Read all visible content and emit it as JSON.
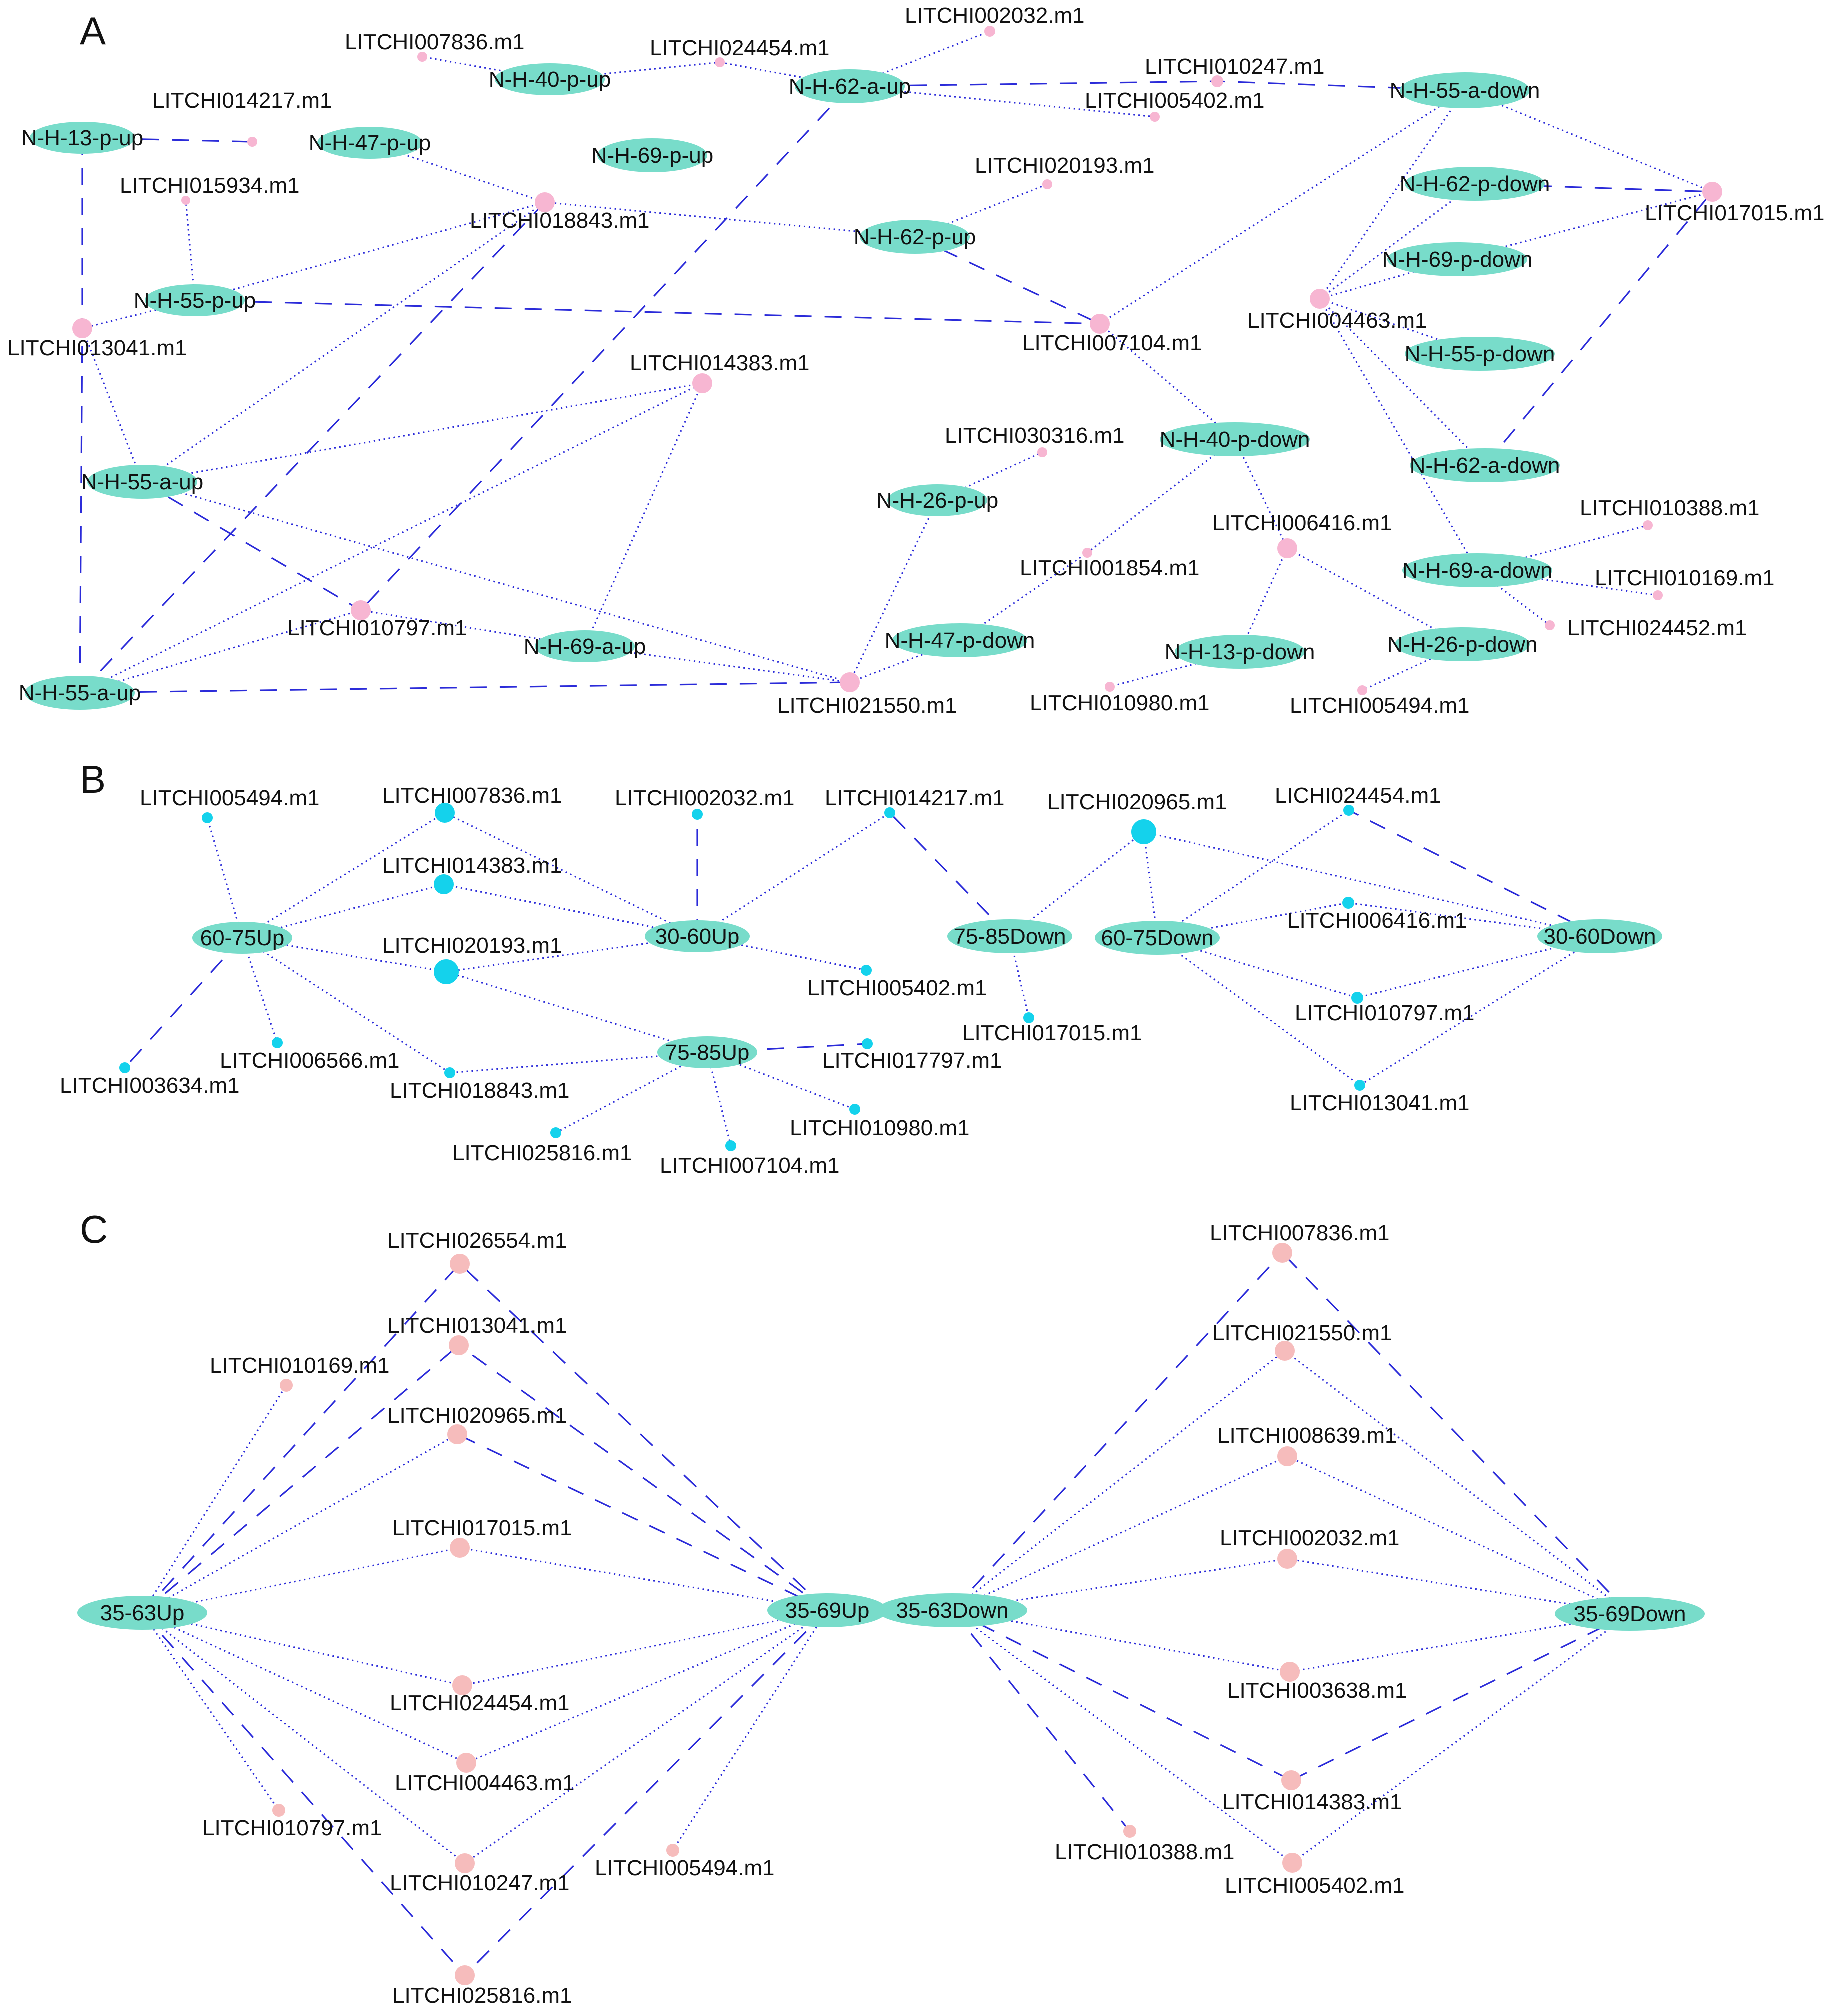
{
  "colors": {
    "edge": "#2b2bd9",
    "hub_fill": "#78dcca",
    "panelA_gene_fill": "#f7b6d2",
    "panelB_gene_fill": "#14d2ec",
    "panelC_gene_fill": "#f6bcbc",
    "text": "#111111"
  },
  "panels": [
    {
      "letter": "A",
      "hubs": [
        {
          "id": "a_h_13pu",
          "label": "N-H-13-p-up"
        },
        {
          "id": "a_h_47pu",
          "label": "N-H-47-p-up"
        },
        {
          "id": "a_h_40pu",
          "label": "N-H-40-p-up"
        },
        {
          "id": "a_h_62au",
          "label": "N-H-62-a-up"
        },
        {
          "id": "a_h_69pu",
          "label": "N-H-69-p-up"
        },
        {
          "id": "a_h_55ad",
          "label": "N-H-55-a-down"
        },
        {
          "id": "a_h_62pu",
          "label": "N-H-62-p-up"
        },
        {
          "id": "a_h_62pd",
          "label": "N-H-62-p-down"
        },
        {
          "id": "a_h_69pd",
          "label": "N-H-69-p-down"
        },
        {
          "id": "a_h_55pu",
          "label": "N-H-55-p-up"
        },
        {
          "id": "a_h_55pd",
          "label": "N-H-55-p-down"
        },
        {
          "id": "a_h_55au",
          "label": "N-H-55-a-up"
        },
        {
          "id": "a_h_40pd",
          "label": "N-H-40-p-down"
        },
        {
          "id": "a_h_62ad",
          "label": "N-H-62-a-down"
        },
        {
          "id": "a_h_26pu",
          "label": "N-H-26-p-up"
        },
        {
          "id": "a_h_69ad",
          "label": "N-H-69-a-down"
        },
        {
          "id": "a_h_47pd",
          "label": "N-H-47-p-down"
        },
        {
          "id": "a_h_69au",
          "label": "N-H-69-a-up"
        },
        {
          "id": "a_h_13pd",
          "label": "N-H-13-p-down"
        },
        {
          "id": "a_h_26pd",
          "label": "N-H-26-p-down"
        },
        {
          "id": "a_h_55au2",
          "label": "N-H-55-a-up"
        }
      ],
      "genes": [
        {
          "id": "a_g_002032",
          "label": "LITCHI002032.m1"
        },
        {
          "id": "a_g_007836",
          "label": "LITCHI007836.m1"
        },
        {
          "id": "a_g_024454",
          "label": "LITCHI024454.m1"
        },
        {
          "id": "a_g_010247",
          "label": "LITCHI010247.m1"
        },
        {
          "id": "a_g_005402",
          "label": "LITCHI005402.m1"
        },
        {
          "id": "a_g_014217",
          "label": "LITCHI014217.m1"
        },
        {
          "id": "a_g_015934",
          "label": "LITCHI015934.m1"
        },
        {
          "id": "a_g_018843",
          "label": "LITCHI018843.m1"
        },
        {
          "id": "a_g_020193",
          "label": "LITCHI020193.m1"
        },
        {
          "id": "a_g_017015",
          "label": "LITCHI017015.m1"
        },
        {
          "id": "a_g_004463",
          "label": "LITCHI004463.m1"
        },
        {
          "id": "a_g_013041",
          "label": "LITCHI013041.m1"
        },
        {
          "id": "a_g_007104",
          "label": "LITCHI007104.m1"
        },
        {
          "id": "a_g_014383",
          "label": "LITCHI014383.m1"
        },
        {
          "id": "a_g_030316",
          "label": "LITCHI030316.m1"
        },
        {
          "id": "a_g_010388",
          "label": "LITCHI010388.m1"
        },
        {
          "id": "a_g_006416",
          "label": "LITCHI006416.m1"
        },
        {
          "id": "a_g_001854",
          "label": "LITCHI001854.m1"
        },
        {
          "id": "a_g_010169",
          "label": "LITCHI010169.m1"
        },
        {
          "id": "a_g_024452",
          "label": "LITCHI024452.m1"
        },
        {
          "id": "a_g_010797",
          "label": "LITCHI010797.m1"
        },
        {
          "id": "a_g_021550",
          "label": "LITCHI021550.m1"
        },
        {
          "id": "a_g_010980",
          "label": "LITCHI010980.m1"
        },
        {
          "id": "a_g_005494",
          "label": "LITCHI005494.m1"
        }
      ],
      "edges": [
        [
          "a_h_13pu",
          "a_g_013041",
          "dash"
        ],
        [
          "a_h_13pu",
          "a_g_014217",
          "dash"
        ],
        [
          "a_h_47pu",
          "a_g_018843",
          "dot"
        ],
        [
          "a_h_40pu",
          "a_g_007836",
          "dot"
        ],
        [
          "a_h_40pu",
          "a_g_024454",
          "dot"
        ],
        [
          "a_h_62au",
          "a_g_024454",
          "dot"
        ],
        [
          "a_h_62au",
          "a_g_002032",
          "dot"
        ],
        [
          "a_h_62au",
          "a_g_005402",
          "dot"
        ],
        [
          "a_h_62au",
          "a_g_010247",
          "dash"
        ],
        [
          "a_h_62au",
          "a_g_010797",
          "dash"
        ],
        [
          "a_h_55ad",
          "a_g_010247",
          "dash"
        ],
        [
          "a_h_55ad",
          "a_g_017015",
          "dot"
        ],
        [
          "a_h_55ad",
          "a_g_007104",
          "dot"
        ],
        [
          "a_h_55ad",
          "a_g_004463",
          "dot"
        ],
        [
          "a_h_62pu",
          "a_g_018843",
          "dot"
        ],
        [
          "a_h_62pu",
          "a_g_020193",
          "dot"
        ],
        [
          "a_h_62pu",
          "a_g_007104",
          "dash"
        ],
        [
          "a_h_62pd",
          "a_g_017015",
          "dash"
        ],
        [
          "a_h_62pd",
          "a_g_004463",
          "dot"
        ],
        [
          "a_h_69pd",
          "a_g_017015",
          "dot"
        ],
        [
          "a_h_69pd",
          "a_g_004463",
          "dot"
        ],
        [
          "a_h_55pu",
          "a_g_015934",
          "dot"
        ],
        [
          "a_h_55pu",
          "a_g_018843",
          "dot"
        ],
        [
          "a_h_55pu",
          "a_g_007104",
          "dash"
        ],
        [
          "a_h_55pu",
          "a_g_013041",
          "dot"
        ],
        [
          "a_h_55pd",
          "a_g_004463",
          "dot"
        ],
        [
          "a_h_55au",
          "a_g_013041",
          "dot"
        ],
        [
          "a_h_55au",
          "a_g_018843",
          "dot"
        ],
        [
          "a_h_55au",
          "a_g_014383",
          "dot"
        ],
        [
          "a_h_55au",
          "a_g_010797",
          "dash"
        ],
        [
          "a_h_55au",
          "a_g_021550",
          "dot"
        ],
        [
          "a_h_40pd",
          "a_g_001854",
          "dot"
        ],
        [
          "a_h_40pd",
          "a_g_006416",
          "dot"
        ],
        [
          "a_h_40pd",
          "a_g_007104",
          "dot"
        ],
        [
          "a_h_62ad",
          "a_g_004463",
          "dot"
        ],
        [
          "a_h_62ad",
          "a_g_017015",
          "dash"
        ],
        [
          "a_h_26pu",
          "a_g_030316",
          "dot"
        ],
        [
          "a_h_26pu",
          "a_g_021550",
          "dot"
        ],
        [
          "a_h_69ad",
          "a_g_010388",
          "dot"
        ],
        [
          "a_h_69ad",
          "a_g_010169",
          "dot"
        ],
        [
          "a_h_69ad",
          "a_g_024452",
          "dot"
        ],
        [
          "a_h_69ad",
          "a_g_004463",
          "dot"
        ],
        [
          "a_h_47pd",
          "a_g_001854",
          "dot"
        ],
        [
          "a_h_47pd",
          "a_g_021550",
          "dot"
        ],
        [
          "a_h_69au",
          "a_g_010797",
          "dot"
        ],
        [
          "a_h_69au",
          "a_g_014383",
          "dot"
        ],
        [
          "a_h_69au",
          "a_g_021550",
          "dot"
        ],
        [
          "a_h_13pd",
          "a_g_006416",
          "dot"
        ],
        [
          "a_h_13pd",
          "a_g_010980",
          "dot"
        ],
        [
          "a_h_26pd",
          "a_g_006416",
          "dot"
        ],
        [
          "a_h_26pd",
          "a_g_005494",
          "dot"
        ],
        [
          "a_h_55au2",
          "a_g_013041",
          "dash"
        ],
        [
          "a_h_55au2",
          "a_g_010797",
          "dot"
        ],
        [
          "a_h_55au2",
          "a_g_018843",
          "dash"
        ],
        [
          "a_h_55au2",
          "a_g_014383",
          "dot"
        ],
        [
          "a_h_55au2",
          "a_g_021550",
          "dash"
        ]
      ]
    },
    {
      "letter": "B",
      "hubs": [
        {
          "id": "b_h_6075u",
          "label": "60-75Up"
        },
        {
          "id": "b_h_3060u",
          "label": "30-60Up"
        },
        {
          "id": "b_h_7585d",
          "label": "75-85Down"
        },
        {
          "id": "b_h_6075d",
          "label": "60-75Down"
        },
        {
          "id": "b_h_3060d",
          "label": "30-60Down"
        },
        {
          "id": "b_h_7585u",
          "label": "75-85Up"
        }
      ],
      "genes": [
        {
          "id": "b_g_005494",
          "label": "LITCHI005494.m1"
        },
        {
          "id": "b_g_007836",
          "label": "LITCHI007836.m1"
        },
        {
          "id": "b_g_002032",
          "label": "LITCHI002032.m1"
        },
        {
          "id": "b_g_014217",
          "label": "LITCHI014217.m1"
        },
        {
          "id": "b_g_020965",
          "label": "LITCHI020965.m1"
        },
        {
          "id": "b_g_024454",
          "label": "LICHI024454.m1"
        },
        {
          "id": "b_g_014383",
          "label": "LITCHI014383.m1"
        },
        {
          "id": "b_g_006416",
          "label": "LITCHI006416.m1"
        },
        {
          "id": "b_g_020193",
          "label": "LITCHI020193.m1"
        },
        {
          "id": "b_g_005402",
          "label": "LITCHI005402.m1"
        },
        {
          "id": "b_g_010797",
          "label": "LITCHI010797.m1"
        },
        {
          "id": "b_g_017015",
          "label": "LITCHI017015.m1"
        },
        {
          "id": "b_g_006566",
          "label": "LITCHI006566.m1"
        },
        {
          "id": "b_g_017797",
          "label": "LITCHI017797.m1"
        },
        {
          "id": "b_g_003634",
          "label": "LITCHI003634.m1"
        },
        {
          "id": "b_g_018843",
          "label": "LITCHI018843.m1"
        },
        {
          "id": "b_g_013041",
          "label": "LITCHI013041.m1"
        },
        {
          "id": "b_g_010980",
          "label": "LITCHI010980.m1"
        },
        {
          "id": "b_g_025816",
          "label": "LITCHI025816.m1"
        },
        {
          "id": "b_g_007104",
          "label": "LITCHI007104.m1"
        }
      ],
      "edges": [
        [
          "b_h_6075u",
          "b_g_005494",
          "dot"
        ],
        [
          "b_h_6075u",
          "b_g_007836",
          "dot"
        ],
        [
          "b_h_6075u",
          "b_g_014383",
          "dot"
        ],
        [
          "b_h_6075u",
          "b_g_020193",
          "dot"
        ],
        [
          "b_h_6075u",
          "b_g_006566",
          "dot"
        ],
        [
          "b_h_6075u",
          "b_g_003634",
          "dash"
        ],
        [
          "b_h_6075u",
          "b_g_018843",
          "dot"
        ],
        [
          "b_h_3060u",
          "b_g_007836",
          "dot"
        ],
        [
          "b_h_3060u",
          "b_g_014383",
          "dot"
        ],
        [
          "b_h_3060u",
          "b_g_002032",
          "dash"
        ],
        [
          "b_h_3060u",
          "b_g_014217",
          "dot"
        ],
        [
          "b_h_3060u",
          "b_g_020193",
          "dot"
        ],
        [
          "b_h_3060u",
          "b_g_005402",
          "dot"
        ],
        [
          "b_h_7585d",
          "b_g_014217",
          "dash"
        ],
        [
          "b_h_7585d",
          "b_g_020965",
          "dot"
        ],
        [
          "b_h_7585d",
          "b_g_017015",
          "dot"
        ],
        [
          "b_h_6075d",
          "b_g_020965",
          "dot"
        ],
        [
          "b_h_6075d",
          "b_g_024454",
          "dot"
        ],
        [
          "b_h_6075d",
          "b_g_006416",
          "dot"
        ],
        [
          "b_h_6075d",
          "b_g_010797",
          "dot"
        ],
        [
          "b_h_6075d",
          "b_g_013041",
          "dot"
        ],
        [
          "b_h_3060d",
          "b_g_020965",
          "dot"
        ],
        [
          "b_h_3060d",
          "b_g_024454",
          "dash"
        ],
        [
          "b_h_3060d",
          "b_g_006416",
          "dot"
        ],
        [
          "b_h_3060d",
          "b_g_010797",
          "dot"
        ],
        [
          "b_h_3060d",
          "b_g_013041",
          "dot"
        ],
        [
          "b_h_7585u",
          "b_g_020193",
          "dot"
        ],
        [
          "b_h_7585u",
          "b_g_018843",
          "dot"
        ],
        [
          "b_h_7585u",
          "b_g_017797",
          "dash"
        ],
        [
          "b_h_7585u",
          "b_g_010980",
          "dot"
        ],
        [
          "b_h_7585u",
          "b_g_025816",
          "dot"
        ],
        [
          "b_h_7585u",
          "b_g_007104",
          "dot"
        ]
      ]
    },
    {
      "letter": "C",
      "hubs": [
        {
          "id": "c_h_3563u",
          "label": "35-63Up"
        },
        {
          "id": "c_h_3569u",
          "label": "35-69Up"
        },
        {
          "id": "c_h_3563d",
          "label": "35-63Down"
        },
        {
          "id": "c_h_3569d",
          "label": "35-69Down"
        }
      ],
      "genes": [
        {
          "id": "c_g_026554",
          "label": "LITCHI026554.m1"
        },
        {
          "id": "c_g_013041",
          "label": "LITCHI013041.m1"
        },
        {
          "id": "c_g_010169",
          "label": "LITCHI010169.m1"
        },
        {
          "id": "c_g_020965",
          "label": "LITCHI020965.m1"
        },
        {
          "id": "c_g_017015",
          "label": "LITCHI017015.m1"
        },
        {
          "id": "c_g_024454",
          "label": "LITCHI024454.m1"
        },
        {
          "id": "c_g_004463",
          "label": "LITCHI004463.m1"
        },
        {
          "id": "c_g_010797",
          "label": "LITCHI010797.m1"
        },
        {
          "id": "c_g_010247",
          "label": "LITCHI010247.m1"
        },
        {
          "id": "c_g_005494",
          "label": "LITCHI005494.m1"
        },
        {
          "id": "c_g_025816",
          "label": "LITCHI025816.m1"
        },
        {
          "id": "c_g_007836",
          "label": "LITCHI007836.m1"
        },
        {
          "id": "c_g_021550",
          "label": "LITCHI021550.m1"
        },
        {
          "id": "c_g_008639",
          "label": "LITCHI008639.m1"
        },
        {
          "id": "c_g_002032",
          "label": "LITCHI002032.m1"
        },
        {
          "id": "c_g_003638",
          "label": "LITCHI003638.m1"
        },
        {
          "id": "c_g_014383",
          "label": "LITCHI014383.m1"
        },
        {
          "id": "c_g_010388",
          "label": "LITCHI010388.m1"
        },
        {
          "id": "c_g_005402",
          "label": "LITCHI005402.m1"
        }
      ],
      "edges": [
        [
          "c_h_3563u",
          "c_g_026554",
          "dash"
        ],
        [
          "c_h_3563u",
          "c_g_013041",
          "dash"
        ],
        [
          "c_h_3563u",
          "c_g_010169",
          "dot"
        ],
        [
          "c_h_3563u",
          "c_g_020965",
          "dot"
        ],
        [
          "c_h_3563u",
          "c_g_017015",
          "dot"
        ],
        [
          "c_h_3563u",
          "c_g_024454",
          "dot"
        ],
        [
          "c_h_3563u",
          "c_g_004463",
          "dot"
        ],
        [
          "c_h_3563u",
          "c_g_010797",
          "dot"
        ],
        [
          "c_h_3563u",
          "c_g_010247",
          "dot"
        ],
        [
          "c_h_3563u",
          "c_g_025816",
          "dash"
        ],
        [
          "c_h_3569u",
          "c_g_026554",
          "dash"
        ],
        [
          "c_h_3569u",
          "c_g_013041",
          "dash"
        ],
        [
          "c_h_3569u",
          "c_g_020965",
          "dash"
        ],
        [
          "c_h_3569u",
          "c_g_017015",
          "dot"
        ],
        [
          "c_h_3569u",
          "c_g_024454",
          "dot"
        ],
        [
          "c_h_3569u",
          "c_g_004463",
          "dot"
        ],
        [
          "c_h_3569u",
          "c_g_010247",
          "dot"
        ],
        [
          "c_h_3569u",
          "c_g_005494",
          "dot"
        ],
        [
          "c_h_3569u",
          "c_g_025816",
          "dash"
        ],
        [
          "c_h_3563d",
          "c_g_007836",
          "dash"
        ],
        [
          "c_h_3563d",
          "c_g_021550",
          "dot"
        ],
        [
          "c_h_3563d",
          "c_g_008639",
          "dot"
        ],
        [
          "c_h_3563d",
          "c_g_002032",
          "dot"
        ],
        [
          "c_h_3563d",
          "c_g_003638",
          "dot"
        ],
        [
          "c_h_3563d",
          "c_g_014383",
          "dash"
        ],
        [
          "c_h_3563d",
          "c_g_010388",
          "dash"
        ],
        [
          "c_h_3563d",
          "c_g_005402",
          "dot"
        ],
        [
          "c_h_3569d",
          "c_g_007836",
          "dash"
        ],
        [
          "c_h_3569d",
          "c_g_021550",
          "dot"
        ],
        [
          "c_h_3569d",
          "c_g_008639",
          "dot"
        ],
        [
          "c_h_3569d",
          "c_g_002032",
          "dot"
        ],
        [
          "c_h_3569d",
          "c_g_003638",
          "dot"
        ],
        [
          "c_h_3569d",
          "c_g_014383",
          "dash"
        ],
        [
          "c_h_3569d",
          "c_g_005402",
          "dot"
        ]
      ]
    }
  ]
}
